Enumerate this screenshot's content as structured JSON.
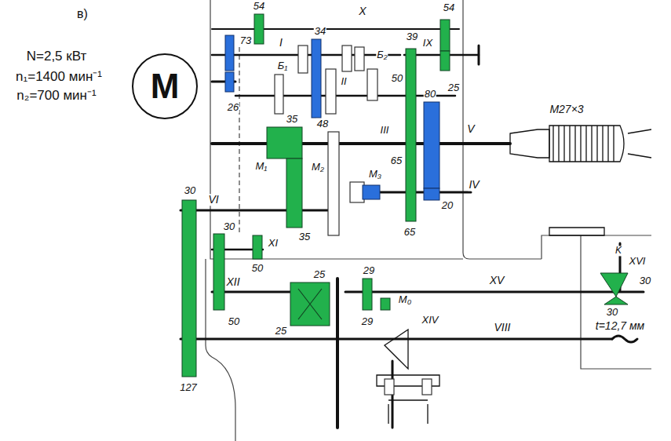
{
  "diagram": {
    "nodes": [
      {
        "text": [
          "M"
        ]
      }
    ],
    "labels": [
      "в)",
      "N=2,5 кВт",
      "n₁=1400 мин⁻¹",
      "n₂=700 мин⁻¹",
      "54",
      "X",
      "54",
      "73",
      "I",
      "34",
      "Б₂",
      "39",
      "IX",
      "Б₁",
      "II",
      "50",
      "80",
      "25",
      "26",
      "48",
      "35",
      "V",
      "M27×3",
      "M₁",
      "M₂",
      "III",
      "65",
      "M₃",
      "IV",
      "20",
      "65",
      "30",
      "VI",
      "35",
      "30",
      "XI",
      "50",
      "K",
      "XVI",
      "25",
      "29",
      "XV",
      "30",
      "XII",
      "M₀",
      "50",
      "25",
      "29",
      "30",
      "XIV",
      "t=12,7 мм",
      "VIII",
      "127"
    ]
  }
}
